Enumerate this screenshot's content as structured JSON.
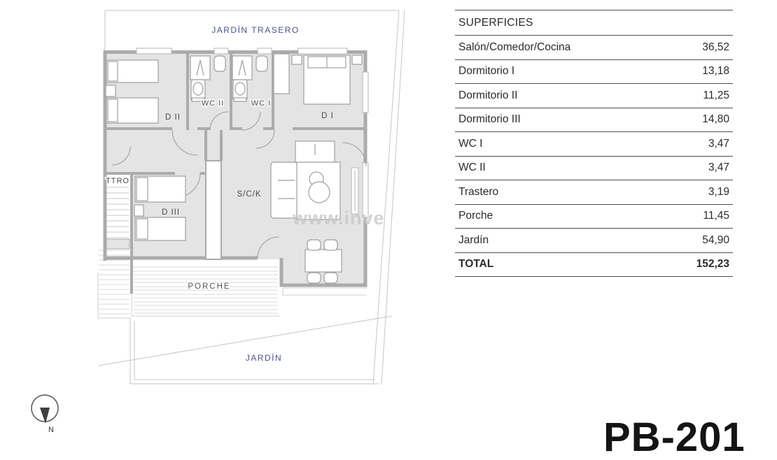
{
  "plan": {
    "garden_back_label": "JARDÍN TRASERO",
    "garden_label": "JARDÍN",
    "porch_label": "PORCHE",
    "rooms": {
      "d1": "D I",
      "d2": "D II",
      "d3": "D III",
      "wc1": "WC I",
      "wc2": "WC II",
      "ttro": "TTRO",
      "sck": "S/C/K"
    },
    "compass": {
      "label": "N"
    },
    "watermark": "www.inve",
    "colors": {
      "garden_label": "#47538c",
      "room_label": "#4a4a4a",
      "floor_fill": "#e4e4e4",
      "wall_stroke": "#ababab",
      "plot_line": "#c5c5c5"
    }
  },
  "surfaces": {
    "title": "SUPERFICIES",
    "rows": [
      {
        "label": "Salón/Comedor/Cocina",
        "value": "36,52"
      },
      {
        "label": "Dormitorio I",
        "value": "13,18"
      },
      {
        "label": "Dormitorio II",
        "value": "11,25"
      },
      {
        "label": "Dormitorio III",
        "value": "14,80"
      },
      {
        "label": "WC I",
        "value": "3,47"
      },
      {
        "label": "WC II",
        "value": "3,47"
      },
      {
        "label": "Trastero",
        "value": "3,19"
      },
      {
        "label": "Porche",
        "value": "11,45"
      },
      {
        "label": "Jardín",
        "value": "54,90"
      }
    ],
    "total": {
      "label": "TOTAL",
      "value": "152,23"
    }
  },
  "plan_code": "PB-201"
}
